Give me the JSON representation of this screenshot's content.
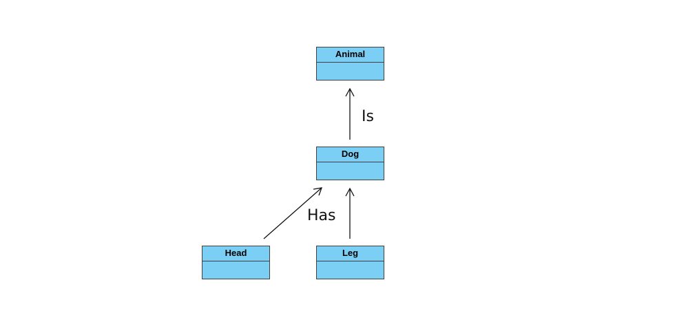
{
  "diagram": {
    "classes": {
      "animal": {
        "name": "Animal"
      },
      "dog": {
        "name": "Dog"
      },
      "head": {
        "name": "Head"
      },
      "leg": {
        "name": "Leg"
      }
    },
    "relations": {
      "is_label": "Is",
      "has_label": "Has"
    }
  },
  "colors": {
    "class_fill": "#7ccff4",
    "class_border": "#404040",
    "arrow": "#111111"
  }
}
